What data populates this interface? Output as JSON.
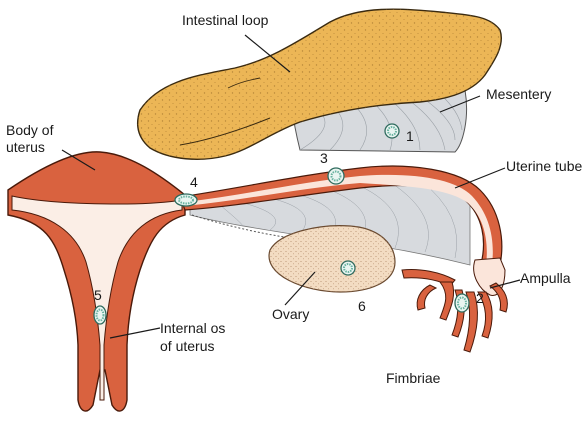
{
  "labels": {
    "intestinal_loop": "Intestinal loop",
    "mesentery": "Mesentery",
    "body_of_uterus_1": "Body of",
    "body_of_uterus_2": "uterus",
    "uterine_tube": "Uterine tube",
    "ampulla": "Ampulla",
    "ovary": "Ovary",
    "internal_os_1": "Internal os",
    "internal_os_2": "of uterus",
    "fimbriae": "Fimbriae"
  },
  "sites": {
    "s1": "1",
    "s2": "2",
    "s3": "3",
    "s4": "4",
    "s5": "5",
    "s6": "6"
  },
  "colors": {
    "uterus": "#d9623f",
    "cavity": "#fbeee6",
    "tube_wall": "#c9502f",
    "tube_lumen": "#fbe5da",
    "intestine": "#ecb656",
    "mesentery": "#d7dade",
    "ovary": "#f3dcc2",
    "embryo": "#6ab3a1",
    "fimbriae": "#d9623f"
  },
  "icons": {
    "embryo": "blastocyst-icon"
  }
}
